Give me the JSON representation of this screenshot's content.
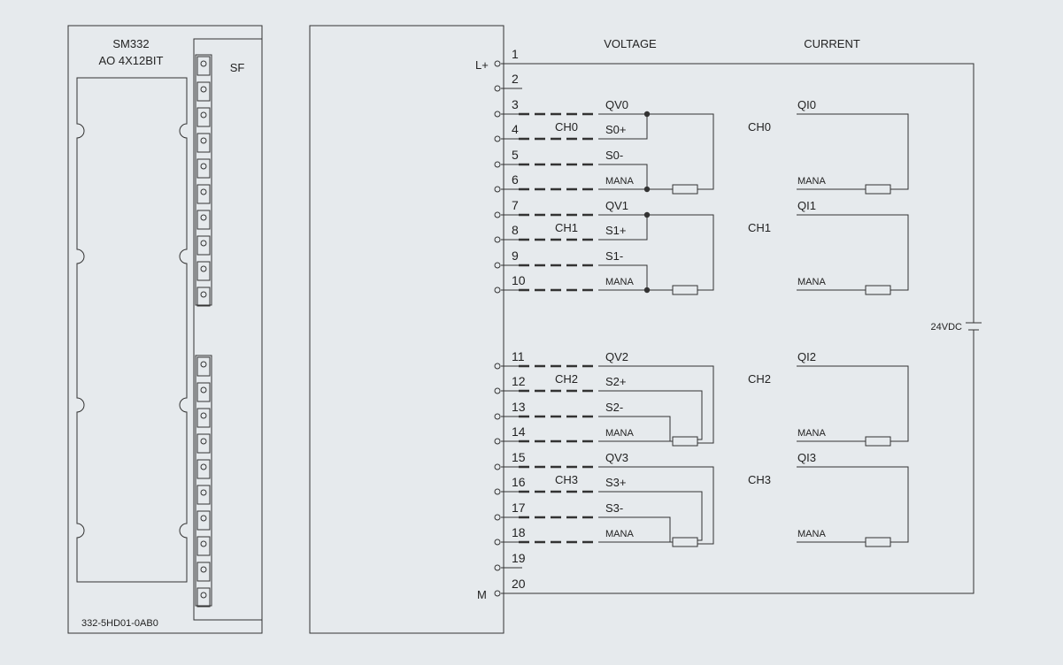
{
  "module": {
    "title_line1": "SM332",
    "title_line2": "AO 4X12BIT",
    "sf_label": "SF",
    "order_number": "332-5HD01-0AB0"
  },
  "wiring": {
    "voltage_header": "VOLTAGE",
    "current_header": "CURRENT",
    "supply_plus": "L+",
    "supply_minus": "M",
    "supply_voltage": "24VDC",
    "terminals": [
      "1",
      "2",
      "3",
      "4",
      "5",
      "6",
      "7",
      "8",
      "9",
      "10",
      "11",
      "12",
      "13",
      "14",
      "15",
      "16",
      "17",
      "18",
      "19",
      "20"
    ],
    "channels": [
      {
        "name": "CH0",
        "qv": "QV0",
        "s_plus": "S0+",
        "s_minus": "S0-",
        "mana": "MANA",
        "qi": "QI0",
        "current_mana": "MANA"
      },
      {
        "name": "CH1",
        "qv": "QV1",
        "s_plus": "S1+",
        "s_minus": "S1-",
        "mana": "MANA",
        "qi": "QI1",
        "current_mana": "MANA"
      },
      {
        "name": "CH2",
        "qv": "QV2",
        "s_plus": "S2+",
        "s_minus": "S2-",
        "mana": "MANA",
        "qi": "QI2",
        "current_mana": "MANA"
      },
      {
        "name": "CH3",
        "qv": "QV3",
        "s_plus": "S3+",
        "s_minus": "S3-",
        "mana": "MANA",
        "qi": "QI3",
        "current_mana": "MANA"
      }
    ]
  }
}
